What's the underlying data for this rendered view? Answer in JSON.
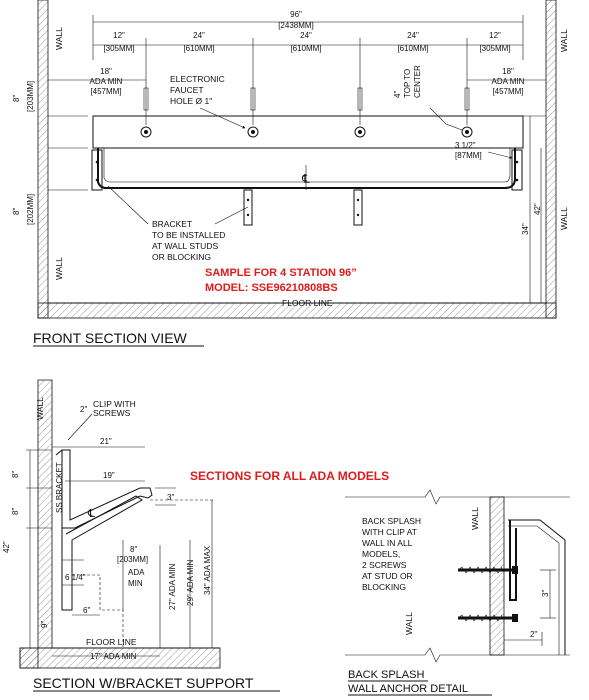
{
  "front_view": {
    "overall_width_in": "96\"",
    "overall_width_mm": "[2438MM]",
    "seg_12_in": "12\"",
    "seg_12_mm": "[305MM]",
    "seg_24_in": "24\"",
    "seg_24_mm": "[610MM]",
    "ada_left_in": "18\"",
    "ada_left_label": "ADA MIN",
    "ada_left_mm": "[457MM]",
    "ada_right_in": "18\"",
    "ada_right_label": "ADA MIN",
    "ada_right_mm": "[457MM]",
    "faucet_note_1": "ELECTRONIC",
    "faucet_note_2": "FAUCET",
    "faucet_note_3": "HOLE Ø 1\"",
    "top_center_1": "4\"",
    "top_center_2": "TOP TO",
    "top_center_3": "CENTER",
    "edge_in": "3 1/2\"",
    "edge_mm": "[87MM]",
    "left_top_in": "8\"",
    "left_top_mm": "[203MM]",
    "left_bot_in": "8\"",
    "left_bot_mm": "[202MM]",
    "height_34": "34\"",
    "height_42": "42\"",
    "wall_label": "WALL",
    "bracket_note_1": "BRACKET",
    "bracket_note_2": "TO BE INSTALLED",
    "bracket_note_3": "AT WALL STUDS",
    "bracket_note_4": "OR BLOCKING",
    "sample_line_1": "SAMPLE FOR 4 STATION 96”",
    "sample_line_2": "MODEL: SSE96210808BS",
    "floor_line": "FLOOR LINE",
    "center_mark": "℄",
    "title": "FRONT SECTION VIEW"
  },
  "section_view": {
    "wall_label": "WALL",
    "clip_note_1": "CLIP WITH",
    "clip_note_2": "SCREWS",
    "dim_2": "2\"",
    "dim_21": "21\"",
    "dim_19": "19\"",
    "dim_8a": "8\"",
    "dim_8b": "8\"",
    "dim_42": "42\"",
    "dim_3": "3\"",
    "bracket_label": "SS BRACKET",
    "dim_8_in": "8\"",
    "dim_8_mm": "[203MM]",
    "ada_1": "ADA",
    "ada_2": "MIN",
    "dim_6_14": "6 1/4\"",
    "dim_6": "6\"",
    "dim_9": "9\"",
    "ada_27": "27\" ADA MIN",
    "ada_29": "29\" ADA MIN",
    "ada_34": "34\" ADA MAX",
    "floor_line": "FLOOR LINE",
    "ada_17": "17\" ADA MIN",
    "center_mark": "℄",
    "title": "SECTION W/BRACKET SUPPORT"
  },
  "sections_heading": "SECTIONS FOR ALL ADA MODELS",
  "anchor_detail": {
    "note_1": "BACK SPLASH",
    "note_2": "WITH CLIP AT",
    "note_3": "WALL IN ALL",
    "note_4": "MODELS,",
    "note_5": "2 SCREWS",
    "note_6": "AT STUD OR",
    "note_7": "BLOCKING",
    "wall_top": "WALL",
    "wall_bottom": "WALL",
    "dim_3": "3\"",
    "dim_2": "2\"",
    "title_1": "BACK SPLASH",
    "title_2": "WALL ANCHOR DETAIL"
  }
}
